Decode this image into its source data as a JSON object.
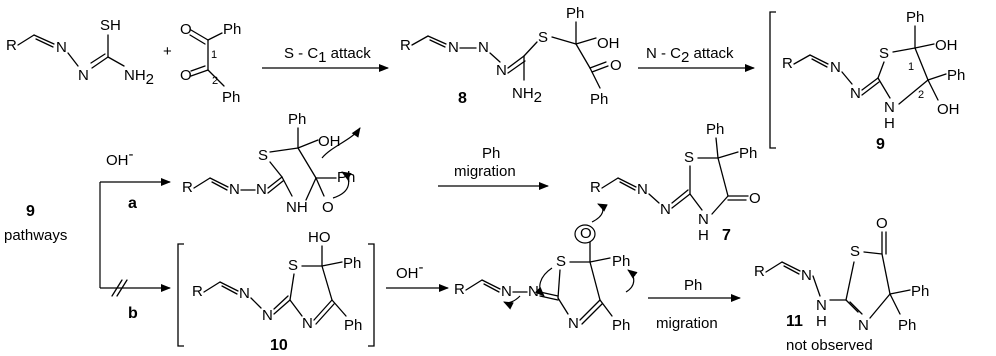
{
  "labels": {
    "R": "R",
    "N": "N",
    "S": "S",
    "O": "O",
    "H": "H",
    "Ph": "Ph",
    "SH": "SH",
    "NH": "NH",
    "OH": "OH",
    "HO": "HO",
    "NH2_main": "NH",
    "NH2_sub": "2",
    "plus": "+",
    "OHminus_main": "OH",
    "OHminus_sup": "-"
  },
  "atom_numbers": {
    "one": "1",
    "two": "2"
  },
  "arrows": {
    "s_c1": {
      "main": "S - C",
      "sub": "1",
      "tail": " attack"
    },
    "n_c2": {
      "main": "N - C",
      "sub": "2",
      "tail": " attack"
    },
    "ph_migration_top": {
      "line1": "Ph",
      "line2": "migration"
    },
    "ph_migration_bottom": {
      "line1": "Ph",
      "line2": "migration"
    }
  },
  "compounds": {
    "c8": "8",
    "c9": "9",
    "c7": "7",
    "c10": "10",
    "c11": "11",
    "pathways_number": "9",
    "pathways_label": "pathways",
    "path_a": "a",
    "path_b": "b",
    "not_observed": "not observed"
  }
}
